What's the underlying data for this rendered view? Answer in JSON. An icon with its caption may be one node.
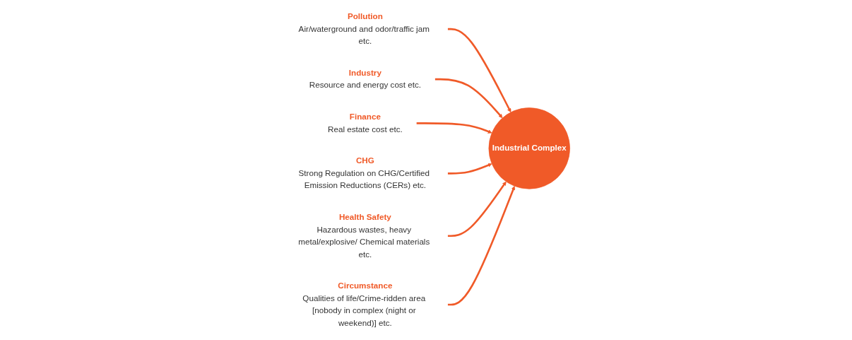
{
  "diagram": {
    "nodes": [
      {
        "text": [
          "Pollution",
          "Air/waterground and odor/traffic jam etc."
        ]
      },
      {
        "text": [
          "Industry",
          "Resource and energy cost etc."
        ]
      },
      {
        "text": [
          "Finance",
          "Real estate cost etc."
        ]
      },
      {
        "text": [
          "Industrial Complex"
        ]
      },
      {
        "text": [
          "CHG",
          "Strong Regulation on CHG/Certified Emission Reductions (CERs) etc."
        ]
      },
      {
        "text": [
          "Health Safety",
          "Hazardous wastes, heavy metal/explosive/ Chemical materials etc."
        ]
      },
      {
        "text": [
          "Circumstance",
          "Qualities of life/Crime-ridden area [nobody in complex (night or weekend)] etc."
        ]
      }
    ],
    "edges": [
      {
        "from": 0,
        "to": 3,
        "arrow": "to"
      },
      {
        "from": 1,
        "to": 3,
        "arrow": "to"
      },
      {
        "from": 2,
        "to": 3,
        "arrow": "to"
      },
      {
        "from": 4,
        "to": 3,
        "arrow": "to"
      },
      {
        "from": 5,
        "to": 3,
        "arrow": "to"
      },
      {
        "from": 6,
        "to": 3,
        "arrow": "to"
      }
    ]
  }
}
